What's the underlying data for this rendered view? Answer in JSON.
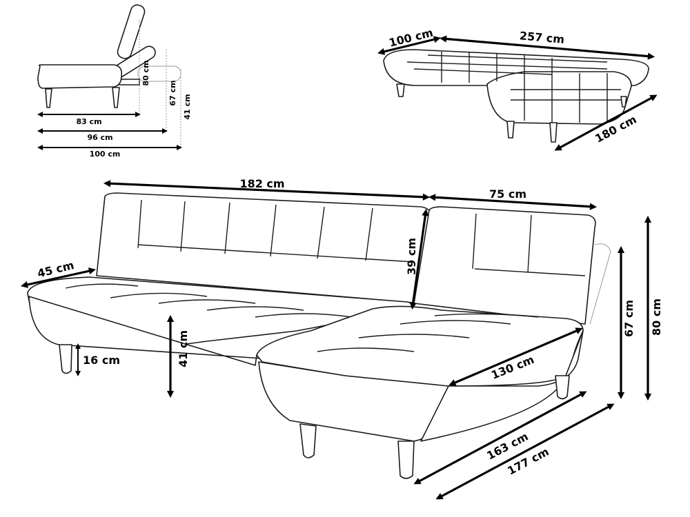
{
  "side_view": {
    "labels": {
      "height_back": "80 cm",
      "height_reclined": "67 cm",
      "height_flat": "41 cm",
      "depth_seat": "83 cm",
      "depth_reclined": "96 cm",
      "depth_flat": "100 cm"
    }
  },
  "top_view": {
    "labels": {
      "depth": "100 cm",
      "width": "257 cm",
      "chaise_length": "180 cm"
    }
  },
  "main_view": {
    "labels": {
      "sofa_width": "182 cm",
      "chaise_width": "75 cm",
      "seat_depth": "45 cm",
      "back_height": "39 cm",
      "seat_height": "41 cm",
      "leg_height": "16 cm",
      "arm_height": "67 cm",
      "total_height": "80 cm",
      "chaise_seat_length": "130 cm",
      "chaise_length": "163 cm",
      "chaise_total_length": "177 cm"
    }
  }
}
